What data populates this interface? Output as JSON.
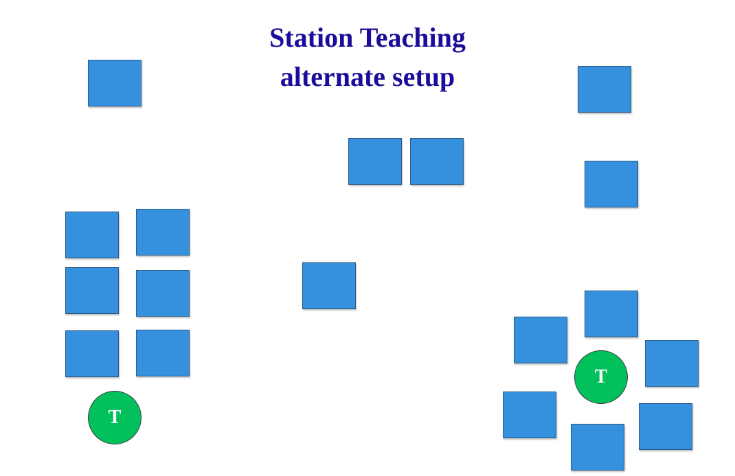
{
  "title": {
    "line1": "Station Teaching",
    "line2": "alternate setup"
  },
  "teacher_label": "T",
  "colors": {
    "desk": "#3591de",
    "teacher": "#02c05c",
    "title": "#1a0d99"
  }
}
